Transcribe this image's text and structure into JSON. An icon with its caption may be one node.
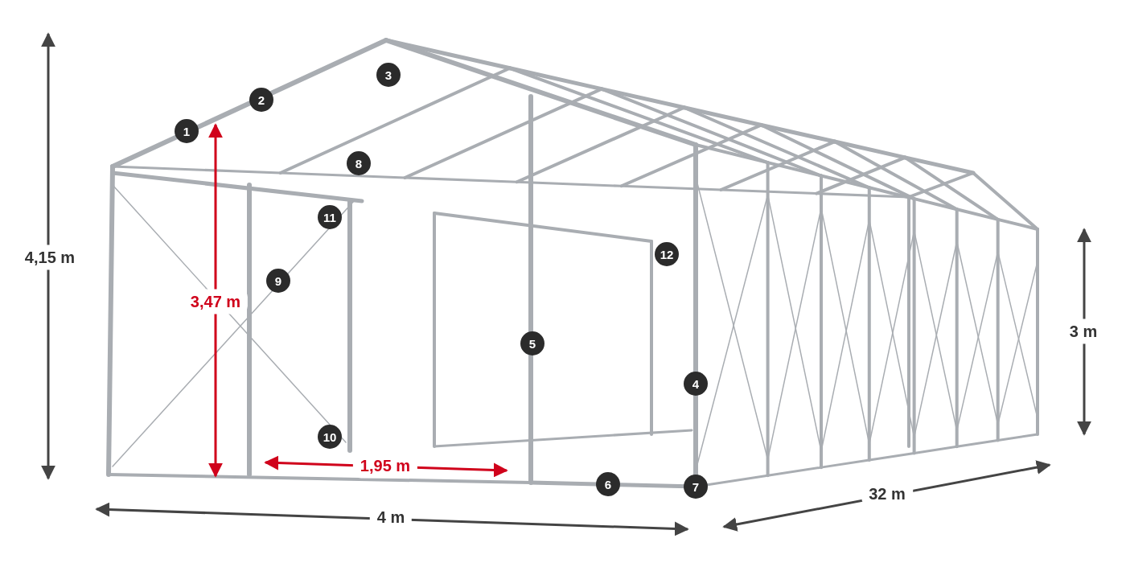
{
  "diagram": {
    "labels": [
      "4,15 m",
      "3",
      "2",
      "1",
      "8",
      "11",
      "12",
      "9",
      "3,47 m",
      "3 m",
      "5",
      "4",
      "10",
      "1,95 m",
      "6",
      "7",
      "32 m",
      "4 m"
    ]
  }
}
